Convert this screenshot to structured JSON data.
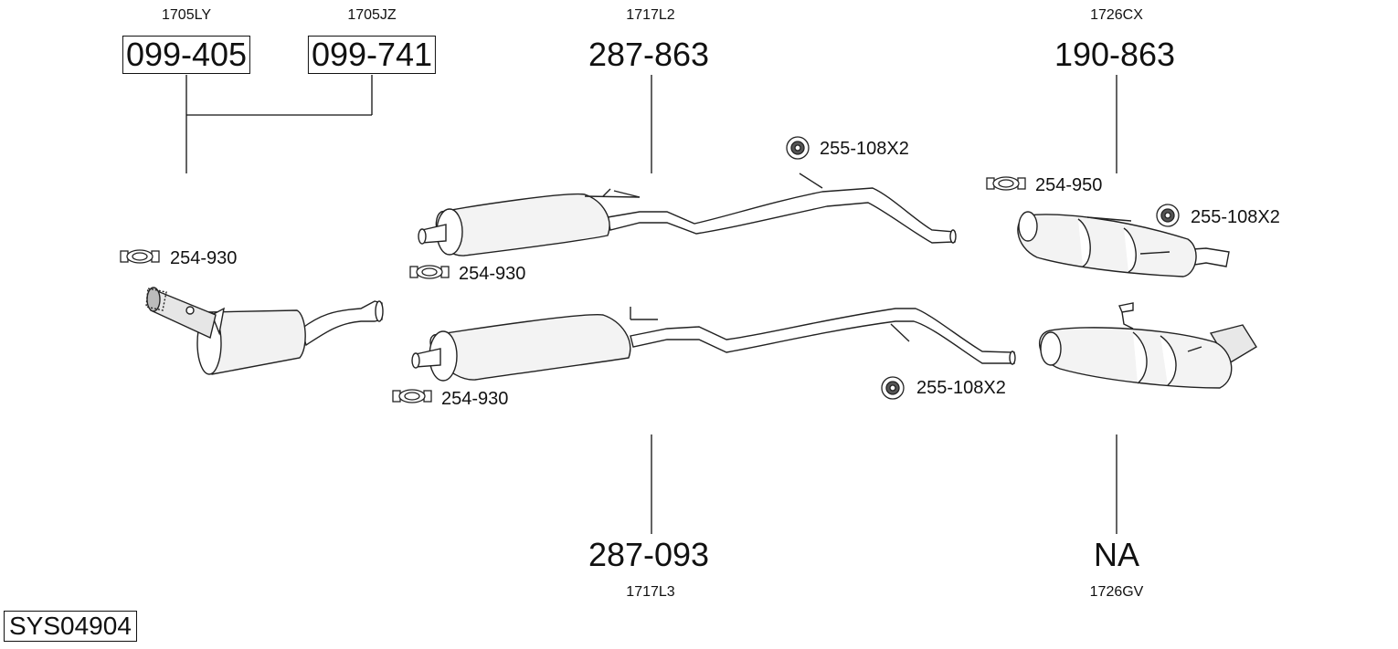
{
  "diagram": {
    "system_code": "SYS04904",
    "parts": {
      "front_pipe_a": {
        "ref": "1705LY",
        "number": "099-405"
      },
      "front_pipe_b": {
        "ref": "1705JZ",
        "number": "099-741"
      },
      "middle_upper": {
        "ref": "1717L2",
        "number": "287-863"
      },
      "middle_lower": {
        "ref": "1717L3",
        "number": "287-093"
      },
      "rear_upper": {
        "ref": "1726CX",
        "number": "190-863"
      },
      "rear_lower": {
        "ref": "1726GV",
        "number": "NA"
      }
    },
    "accessories": {
      "clamp_cat": "254-930",
      "clamp_mid_upper": "254-930",
      "clamp_mid_lower": "254-930",
      "clamp_rear": "254-950",
      "mount_mid_upper": "255-108X2",
      "mount_mid_lower": "255-108X2",
      "mount_rear": "255-108X2"
    }
  }
}
